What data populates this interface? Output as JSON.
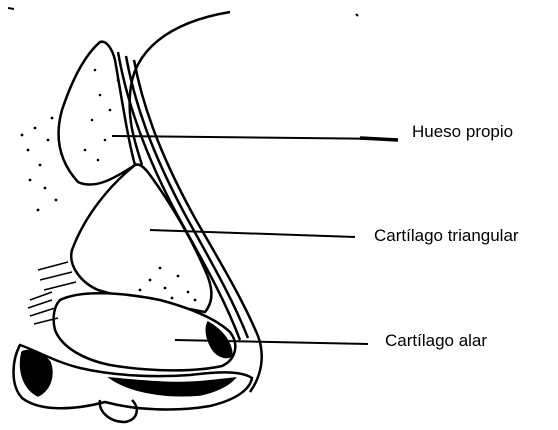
{
  "labels": {
    "hueso_propio": "Hueso propio",
    "cartilago_triangular": "Cartílago triangular",
    "cartilago_alar": "Cartílago alar"
  },
  "colors": {
    "ink": "#000000",
    "background": "#ffffff"
  }
}
